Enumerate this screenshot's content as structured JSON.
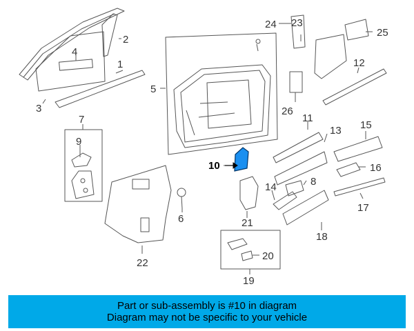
{
  "banner": {
    "line1": "Part or sub-assembly is #10 in diagram",
    "line2": "Diagram may not be specific to your vehicle"
  },
  "callouts": [
    {
      "id": "1",
      "label": "1"
    },
    {
      "id": "2",
      "label": "2"
    },
    {
      "id": "3",
      "label": "3"
    },
    {
      "id": "4",
      "label": "4"
    },
    {
      "id": "5",
      "label": "5"
    },
    {
      "id": "6",
      "label": "6"
    },
    {
      "id": "7",
      "label": "7"
    },
    {
      "id": "8",
      "label": "8"
    },
    {
      "id": "9",
      "label": "9"
    },
    {
      "id": "10",
      "label": "10",
      "highlighted": true
    },
    {
      "id": "11",
      "label": "11"
    },
    {
      "id": "12",
      "label": "12"
    },
    {
      "id": "13",
      "label": "13"
    },
    {
      "id": "14",
      "label": "14"
    },
    {
      "id": "15",
      "label": "15"
    },
    {
      "id": "16",
      "label": "16"
    },
    {
      "id": "17",
      "label": "17"
    },
    {
      "id": "18",
      "label": "18"
    },
    {
      "id": "19",
      "label": "19"
    },
    {
      "id": "20",
      "label": "20"
    },
    {
      "id": "21",
      "label": "21"
    },
    {
      "id": "22",
      "label": "22"
    },
    {
      "id": "23",
      "label": "23"
    },
    {
      "id": "24",
      "label": "24"
    },
    {
      "id": "25",
      "label": "25"
    },
    {
      "id": "26",
      "label": "26"
    }
  ],
  "colors": {
    "banner_bg": "#00a9e8",
    "highlight_fill": "#1a8ff0",
    "line": "#555555"
  }
}
